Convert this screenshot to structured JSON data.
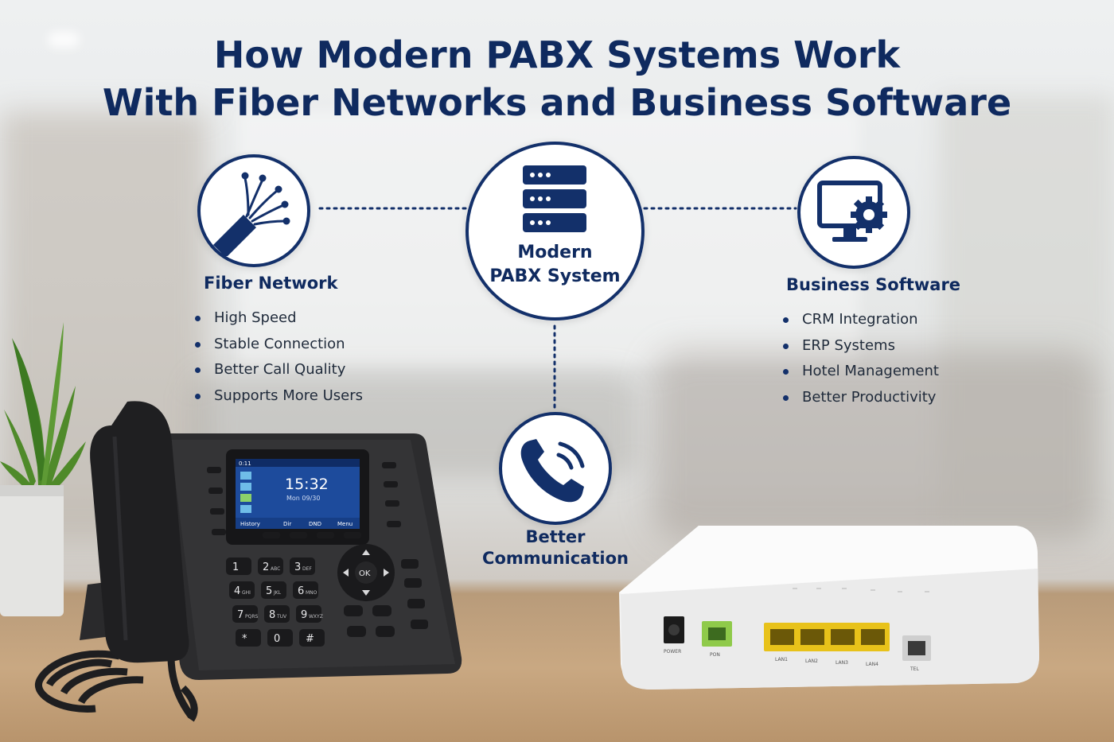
{
  "title": {
    "line1": "How Modern PABX Systems Work",
    "line2": "With Fiber Networks and Business Software"
  },
  "nodes": {
    "fiber": {
      "icon": "fiber-cable-icon",
      "label": "Fiber Network",
      "items": [
        "High Speed",
        "Stable Connection",
        "Better Call Quality",
        "Supports More Users"
      ]
    },
    "pabx": {
      "icon": "server-rack-icon",
      "label_line1": "Modern",
      "label_line2": "PABX System"
    },
    "software": {
      "icon": "monitor-gear-icon",
      "label": "Business Software",
      "items": [
        "CRM Integration",
        "ERP Systems",
        "Hotel Management",
        "Better Productivity"
      ]
    },
    "communication": {
      "icon": "phone-call-icon",
      "label_line1": "Better",
      "label_line2": "Communication"
    }
  },
  "ip_phone": {
    "status": "0:11",
    "time": "15:32",
    "date": "Mon 09/30",
    "softkeys": [
      "History",
      "Dir",
      "DND",
      "Menu"
    ],
    "keys": [
      {
        "digit": "1",
        "letters": ""
      },
      {
        "digit": "2",
        "letters": "ABC"
      },
      {
        "digit": "3",
        "letters": "DEF"
      },
      {
        "digit": "4",
        "letters": "GHI"
      },
      {
        "digit": "5",
        "letters": "JKL"
      },
      {
        "digit": "6",
        "letters": "MNO"
      },
      {
        "digit": "7",
        "letters": "PQRS"
      },
      {
        "digit": "8",
        "letters": "TUV"
      },
      {
        "digit": "9",
        "letters": "WXYZ"
      },
      {
        "digit": "*",
        "letters": ""
      },
      {
        "digit": "0",
        "letters": ""
      },
      {
        "digit": "#",
        "letters": ""
      }
    ],
    "nav_ok": "OK"
  },
  "router": {
    "ports": [
      "POWER",
      "PON",
      "LAN1",
      "LAN2",
      "LAN3",
      "LAN4",
      "TEL"
    ]
  },
  "colors": {
    "navy": "#13306a",
    "title": "#0f2a5f",
    "lan_port": "#e8c21a",
    "pon_port": "#8fca4a"
  }
}
